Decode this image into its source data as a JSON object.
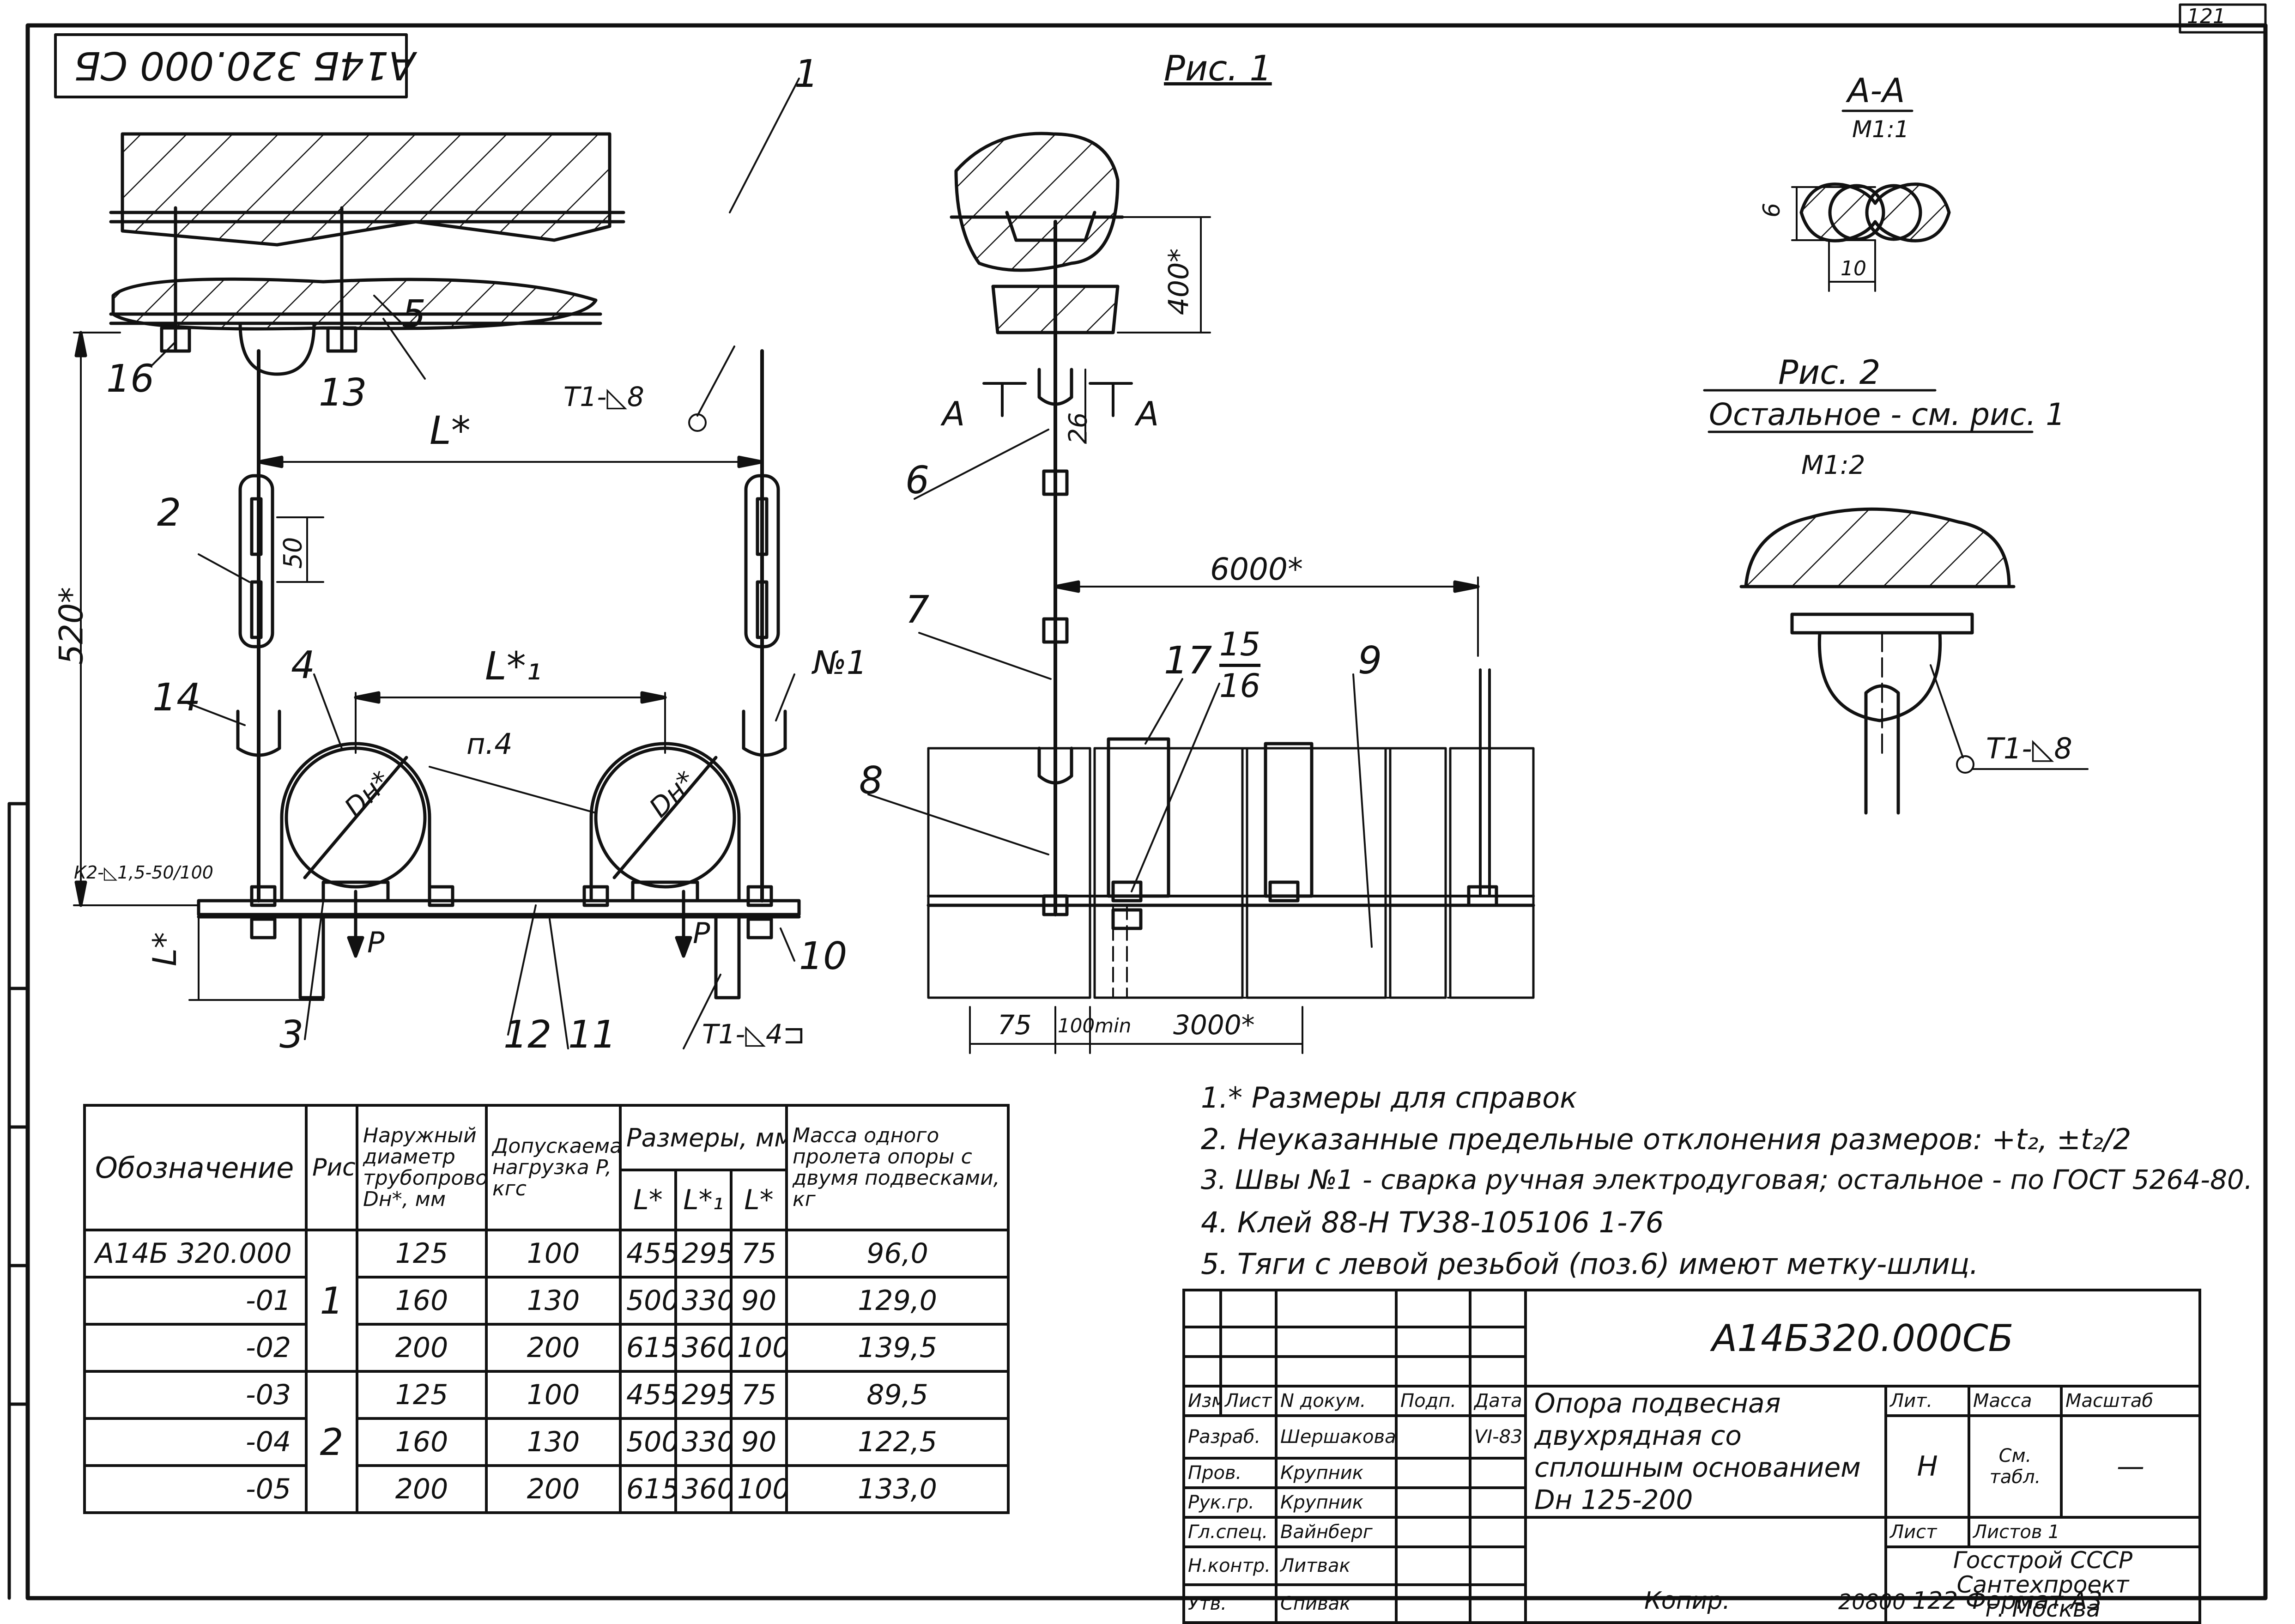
{
  "sheet": {
    "page_number": "121",
    "drawing_number_stamp": "А14Б 320.000 СБ",
    "copier_label": "Копир.",
    "order_number": "20800",
    "format_label": "122 Формат А3"
  },
  "figure1": {
    "title": "Рис. 1",
    "leader_labels": [
      "1",
      "2",
      "3",
      "4",
      "5",
      "6",
      "7",
      "8",
      "9",
      "10",
      "11",
      "12",
      "13",
      "14",
      "15",
      "16",
      "16",
      "17"
    ],
    "weld_no1": "№1",
    "dimensions": {
      "L_star": "L*",
      "L1_star": "L*₁",
      "L_vert_star": "L*",
      "h520": "520*",
      "h50": "50",
      "h26": "26",
      "h400": "400*",
      "d6000": "6000*",
      "d75": "75",
      "d100min": "100min",
      "d3000": "3000*",
      "pitch": "п.4",
      "dn1": "Dн*",
      "dn2": "Dн*",
      "load1": "P",
      "load2": "P"
    },
    "weld_labels": {
      "t1_8": "Т1-◺8",
      "t1_4": "Т1-◺4⊐",
      "k2": "К2-◺1,5-50/100"
    },
    "section_marks": [
      "А",
      "А"
    ]
  },
  "section_aa": {
    "title": "А-А",
    "scale": "М1:1",
    "dim_6": "6",
    "dim_10": "10"
  },
  "figure2": {
    "title": "Рис. 2",
    "subtitle": "Остальное - см. рис. 1",
    "scale": "М1:2",
    "weld": "Т1-◺8"
  },
  "notes": [
    "1.* Размеры для справок",
    "2. Неуказанные предельные отклонения размеров: +t₂, ±t₂/2",
    "3. Швы №1 - сварка ручная электродуговая; остальное - по ГОСТ 5264-80.",
    "4. Клей 88-Н ТУ38-105106 1-76",
    "5. Тяги с левой резьбой (поз.6) имеют метку-шлиц."
  ],
  "spec_table": {
    "headers": {
      "designation": "Обозначение",
      "fig": "Рис.",
      "diameter": "Наружный диаметр трубопровода Dн*, мм",
      "load": "Допускаемая нагрузка P, кгс",
      "sizes": "Размеры, мм",
      "mass": "Масса одного пролета опоры с двумя подвесками, кг",
      "L": "L*",
      "L1": "L*₁",
      "Lv": "L*"
    },
    "fig_groups": [
      "1",
      "2"
    ],
    "rows": [
      {
        "designation": "А14Б 320.000",
        "dn": "125",
        "p": "100",
        "L": "455",
        "L1": "295",
        "Lv": "75",
        "mass": "96,0"
      },
      {
        "designation": "-01",
        "dn": "160",
        "p": "130",
        "L": "500",
        "L1": "330",
        "Lv": "90",
        "mass": "129,0"
      },
      {
        "designation": "-02",
        "dn": "200",
        "p": "200",
        "L": "615",
        "L1": "360",
        "Lv": "100",
        "mass": "139,5"
      },
      {
        "designation": "-03",
        "dn": "125",
        "p": "100",
        "L": "455",
        "L1": "295",
        "Lv": "75",
        "mass": "89,5"
      },
      {
        "designation": "-04",
        "dn": "160",
        "p": "130",
        "L": "500",
        "L1": "330",
        "Lv": "90",
        "mass": "122,5"
      },
      {
        "designation": "-05",
        "dn": "200",
        "p": "200",
        "L": "615",
        "L1": "360",
        "Lv": "100",
        "mass": "133,0"
      }
    ]
  },
  "title_block": {
    "code": "А14Б320.000СБ",
    "name": "Опора подвесная двухрядная со сплошным основанием Dн 125-200",
    "col_izm": "Изм",
    "col_list": "Лист",
    "col_ndok": "N докум.",
    "col_podp": "Подп.",
    "col_data": "Дата",
    "roles": [
      {
        "role": "Разраб.",
        "name": "Шершакова",
        "sign": "",
        "date": "VI-83"
      },
      {
        "role": "Пров.",
        "name": "Крупник",
        "sign": "",
        "date": ""
      },
      {
        "role": "Рук.гр.",
        "name": "Крупник",
        "sign": "",
        "date": ""
      },
      {
        "role": "Гл.спец.",
        "name": "Вайнберг",
        "sign": "",
        "date": ""
      },
      {
        "role": "Н.контр.",
        "name": "Литвак",
        "sign": "",
        "date": ""
      },
      {
        "role": "Утв.",
        "name": "Спивак",
        "sign": "",
        "date": ""
      }
    ],
    "lit_label": "Лит.",
    "lit_value": "Н",
    "mass_label": "Масса",
    "mass_value": "См. табл.",
    "scale_label": "Масштаб",
    "scale_value": "—",
    "sheet_label": "Лист",
    "sheets_label": "Листов 1",
    "org_line1": "Госстрой СССР",
    "org_line2": "Сантехпроект",
    "org_line3": "г. Москва"
  }
}
